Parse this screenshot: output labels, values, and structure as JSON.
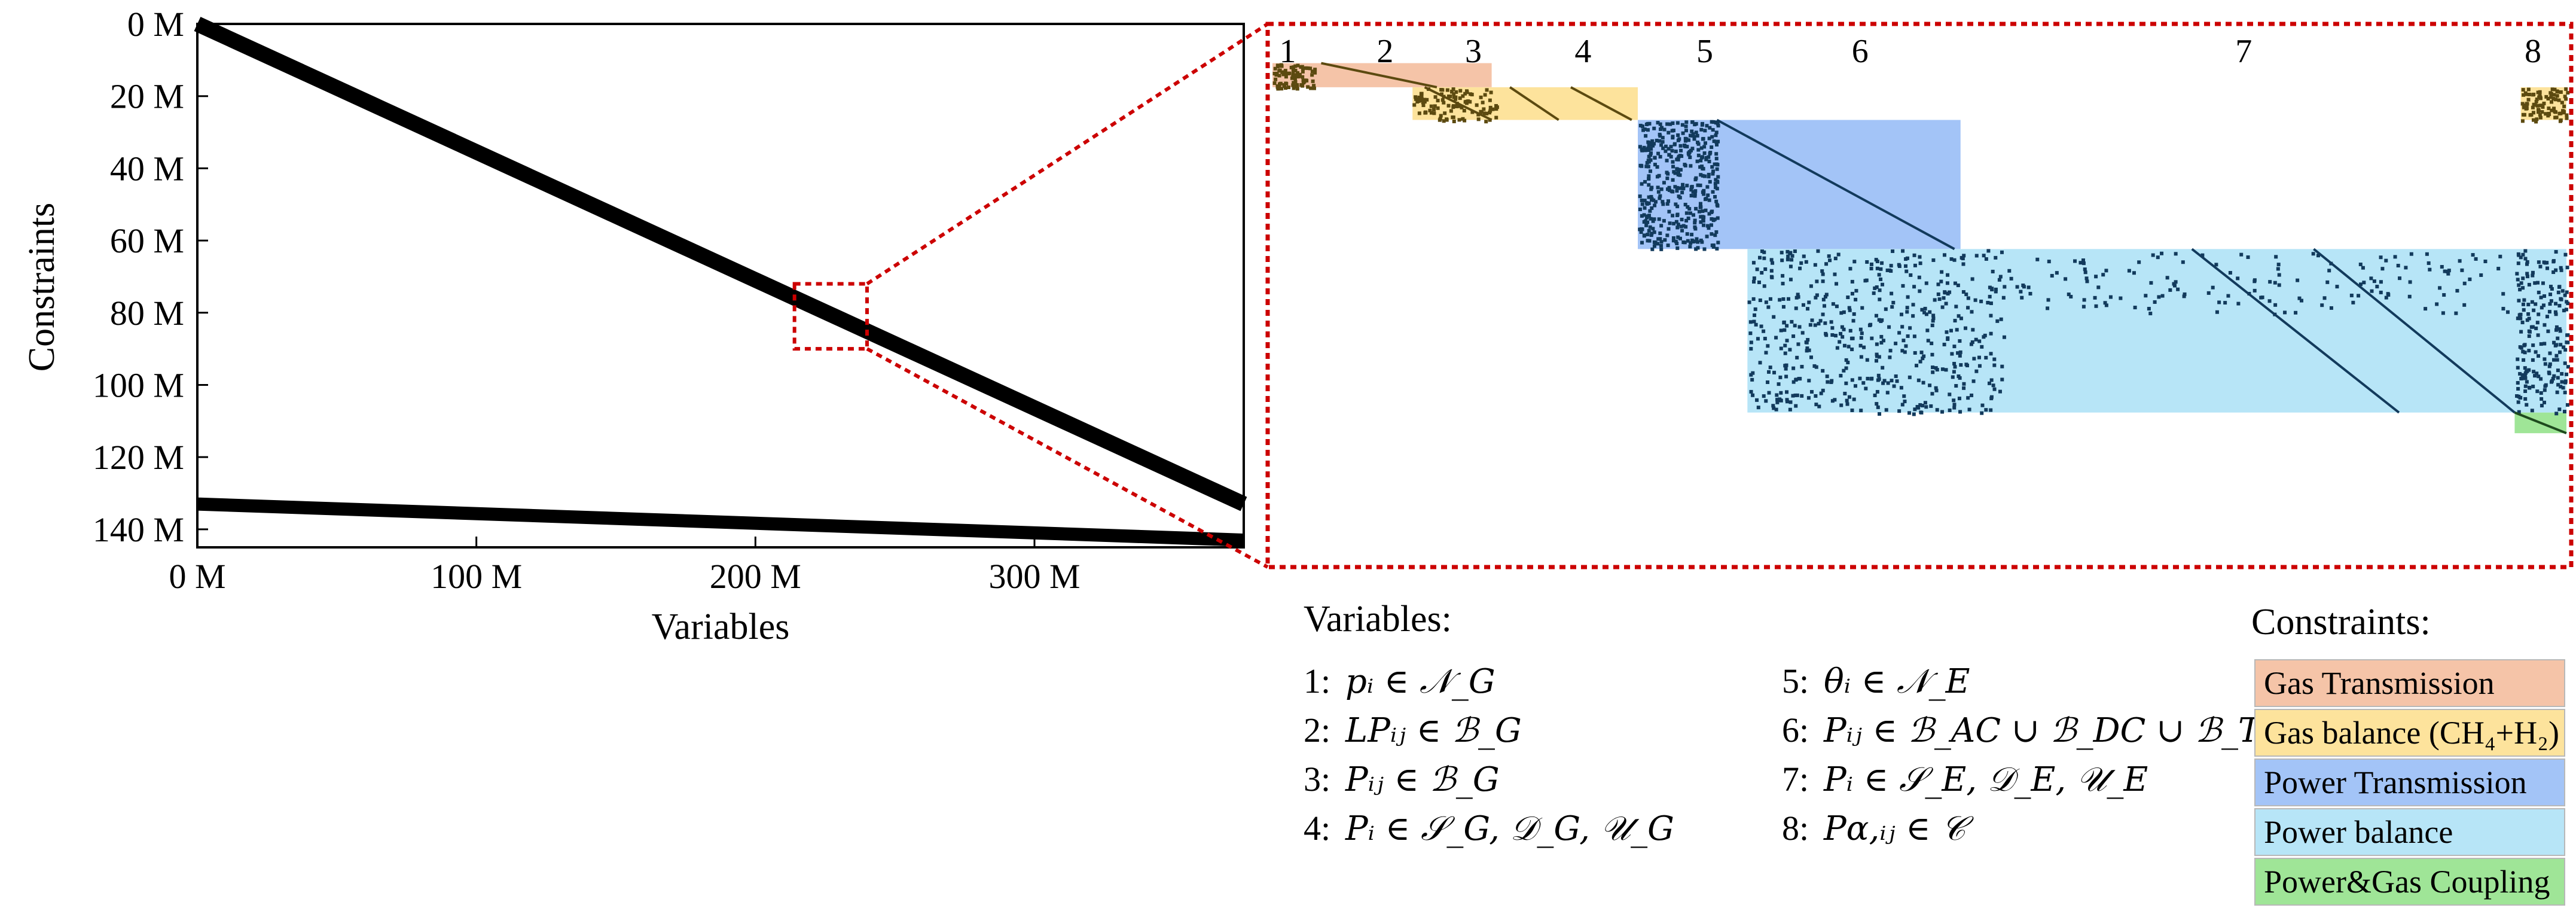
{
  "chart_data": [
    {
      "type": "scatter",
      "description_kind": "sparsity pattern",
      "xlabel": "Variables",
      "ylabel": "Constraints",
      "xlim": [
        0,
        375
      ],
      "ylim": [
        0,
        145
      ],
      "y_inverted": true,
      "x_ticks": [
        "0 M",
        "100 M",
        "200 M",
        "300 M"
      ],
      "x_tick_values": [
        0,
        100,
        200,
        300
      ],
      "y_ticks": [
        "0 M",
        "20 M",
        "40 M",
        "60 M",
        "80 M",
        "100 M",
        "120 M",
        "140 M"
      ],
      "y_tick_values": [
        0,
        20,
        40,
        60,
        80,
        100,
        120,
        140
      ],
      "unit": "M",
      "series": [
        {
          "x": [
            0,
            375
          ],
          "y": [
            0,
            133
          ]
        },
        {
          "x": [
            0,
            375
          ],
          "y": [
            133,
            143
          ]
        }
      ],
      "zoom_window": {
        "x": [
          214,
          240
        ],
        "y": [
          72,
          90
        ]
      }
    },
    {
      "type": "heatmap",
      "description_kind": "zoomed block structure",
      "column_labels": [
        "1",
        "2",
        "3",
        "4",
        "5",
        "6",
        "7",
        "8"
      ],
      "column_label_x": [
        0.5,
        3.7,
        6.6,
        10.2,
        14.2,
        19.3,
        31.9,
        41.4
      ],
      "xlim": [
        0,
        42.5
      ],
      "ylim": [
        0,
        31
      ],
      "blocks": [
        {
          "constraint": "Gas Transmission",
          "x": [
            0,
            7.2
          ],
          "y": [
            2.0,
            3.4
          ],
          "color": "#f5c4a8"
        },
        {
          "constraint": "Gas balance",
          "x": [
            4.6,
            12.0
          ],
          "y": [
            3.4,
            5.3
          ],
          "color": "#fde39c"
        },
        {
          "constraint": "Gas balance",
          "x": [
            41.0,
            42.5
          ],
          "y": [
            3.4,
            5.3
          ],
          "color": "#fde39c"
        },
        {
          "constraint": "Power Transmission",
          "x": [
            12.0,
            22.6
          ],
          "y": [
            5.3,
            12.8
          ],
          "color": "#a3c4f7"
        },
        {
          "constraint": "Power balance",
          "x": [
            15.6,
            42.5
          ],
          "y": [
            12.8,
            22.3
          ],
          "color": "#b7e5f7"
        },
        {
          "constraint": "Power&Gas Coupling",
          "x": [
            40.8,
            42.5
          ],
          "y": [
            22.3,
            23.5
          ],
          "color": "#9fe597"
        }
      ]
    }
  ],
  "legend": {
    "variables_title": "Variables:",
    "variables": [
      {
        "num": "1:",
        "expr": "pᵢ ∈ 𝒩_G"
      },
      {
        "num": "2:",
        "expr": "LPᵢⱼ ∈ ℬ_G"
      },
      {
        "num": "3:",
        "expr": "Pᵢⱼ ∈ ℬ_G"
      },
      {
        "num": "4:",
        "expr": "Pᵢ ∈ 𝒮_G, 𝒟_G, 𝒰_G"
      },
      {
        "num": "5:",
        "expr": "θᵢ ∈ 𝒩_E"
      },
      {
        "num": "6:",
        "expr": "Pᵢⱼ ∈ ℬ_AC ∪ ℬ_DC ∪ ℬ_Tr"
      },
      {
        "num": "7:",
        "expr": "Pᵢ ∈ 𝒮_E, 𝒟_E, 𝒰_E"
      },
      {
        "num": "8:",
        "expr": "Pα,ᵢⱼ ∈ 𝒞"
      }
    ],
    "constraints_title": "Constraints:",
    "constraints": [
      {
        "label": "Gas Transmission",
        "color": "#f5c4a8"
      },
      {
        "label": "Gas balance (CH₄+H₂)",
        "color": "#fde39c"
      },
      {
        "label": "Power Transmission",
        "color": "#a3c4f7"
      },
      {
        "label": "Power balance",
        "color": "#b7e5f7"
      },
      {
        "label": "Power&Gas Coupling",
        "color": "#9fe597"
      }
    ]
  },
  "colors": {
    "zoom_frame": "#cc0000",
    "pattern_gas": "#5c4a10",
    "pattern_power": "#123a5c",
    "pattern_coupling": "#1e4a1e"
  }
}
